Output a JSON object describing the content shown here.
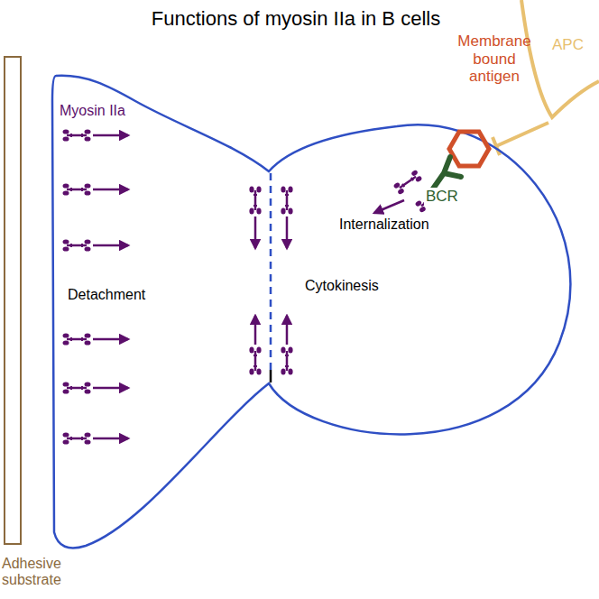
{
  "diagram": {
    "title": "Functions of myosin IIa in B cells",
    "labels": [
      "Myosin IIa",
      "Detachment",
      "Cytokinesis",
      "Internalization",
      "Membrane bound antigen",
      "BCR",
      "APC",
      "Adhesive substrate"
    ]
  }
}
